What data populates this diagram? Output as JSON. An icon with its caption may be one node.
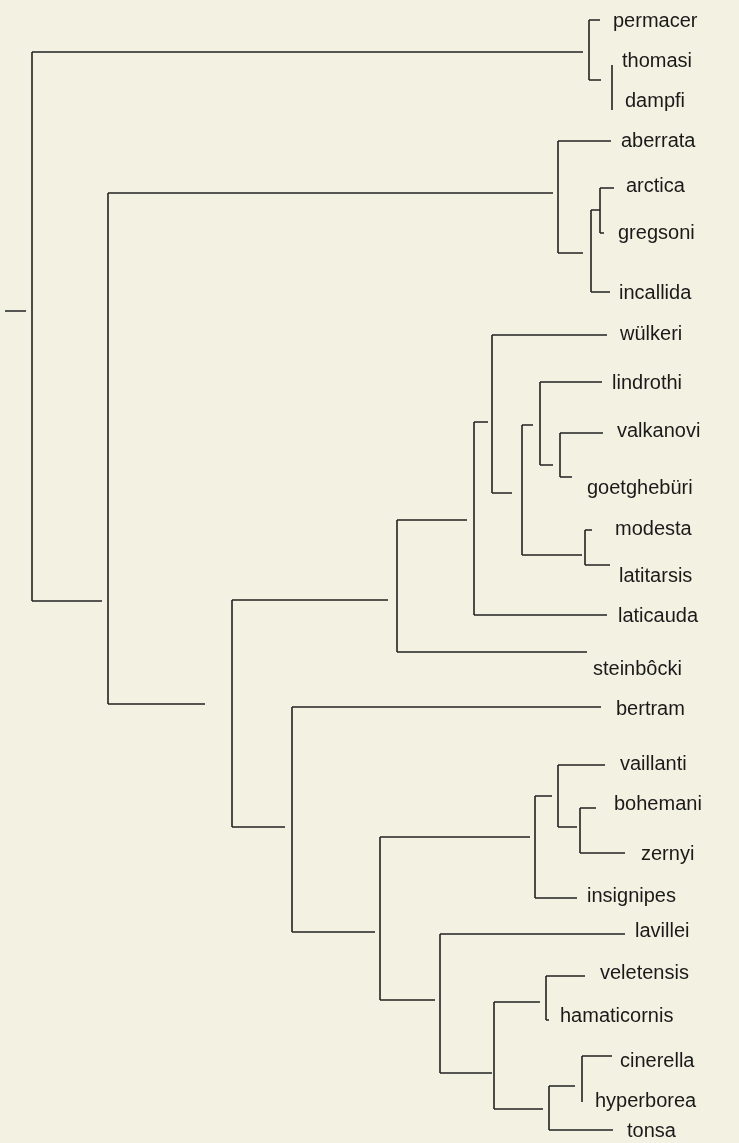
{
  "diagram": {
    "labels": [
      "permacer",
      "thomasi",
      "dampfi",
      "aberrata",
      "arctica",
      "gregsoni",
      "incallida",
      "wülkeri",
      "lindrothi",
      "valkanovi",
      "goetghebüri",
      "modesta",
      "latitarsis",
      "laticauda",
      "steinbôcki",
      "bertram",
      "vaillanti",
      "bohemani",
      "zernyi",
      "insignipes",
      "lavillei",
      "veletensis",
      "hamaticornis",
      "cinerella",
      "hyperborea",
      "tonsa"
    ]
  }
}
